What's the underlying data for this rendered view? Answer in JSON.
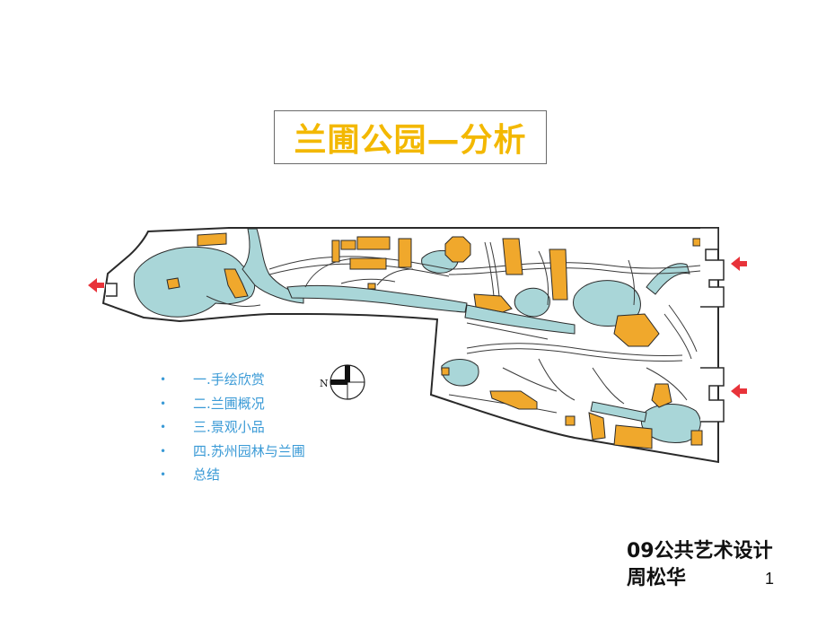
{
  "slide": {
    "title": "兰圃公园—分析",
    "toc": [
      {
        "bullet": "•",
        "label": "一.手绘欣赏"
      },
      {
        "bullet": "•",
        "label": "二.兰圃概况"
      },
      {
        "bullet": "•",
        "label": "三.景观小品"
      },
      {
        "bullet": "•",
        "label": "四.苏州园林与兰圃"
      },
      {
        "bullet": "•",
        "label": "总结"
      }
    ],
    "author": {
      "line1": "09公共艺术设计",
      "line2": "周松华"
    },
    "page_number": "1",
    "compass_label": "N"
  },
  "colors": {
    "title": "#f3b800",
    "toc_text": "#3a9ad6",
    "water": "#a9d6d8",
    "building": "#f0a82c",
    "entrance_arrow": "#e8333a",
    "outline": "#2a2a2a"
  },
  "icons": {
    "compass": "north-arrow-compass-icon",
    "entrance": "red-entrance-arrow-icon"
  }
}
